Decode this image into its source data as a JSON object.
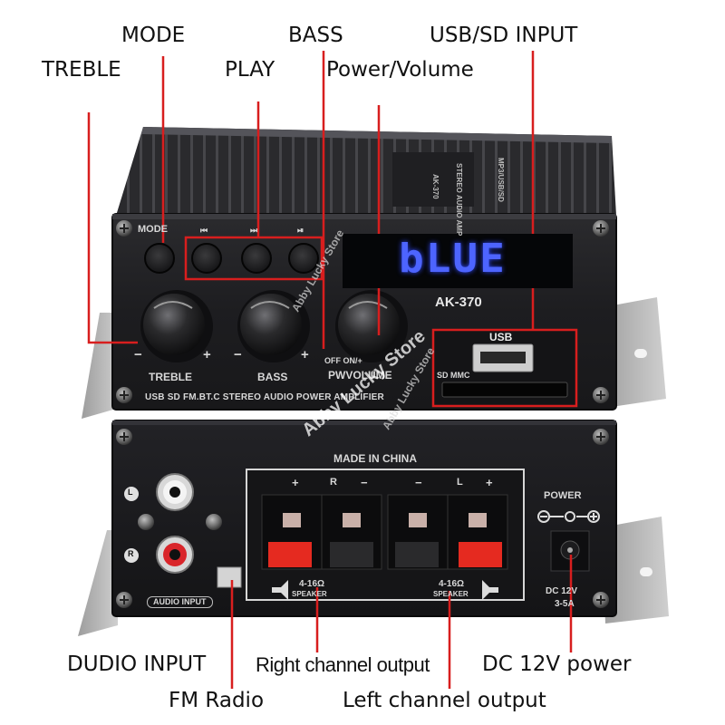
{
  "callouts": {
    "mode": "MODE",
    "bass": "BASS",
    "usb_sd_input": "USB/SD INPUT",
    "treble": "TREBLE",
    "play": "PLAY",
    "power_volume": "Power/Volume",
    "dudio_input": "DUDIO INPUT",
    "right_channel_output": "Right channel output",
    "dc_12v_power": "DC 12V power",
    "fm_radio": "FM Radio",
    "left_channel_output": "Left channel output"
  },
  "front_panel": {
    "mode_label": "MODE",
    "prev_glyph": "⏮",
    "next_glyph": "⏭",
    "playpause_glyph": "⏯",
    "display_text": "bLUE",
    "model": "AK-370",
    "treble_label": "TREBLE",
    "bass_label": "BASS",
    "volume_label": "PWVOLUME",
    "off_on_label": "OFF  ON/+",
    "usb_label": "USB",
    "sd_label": "SD MMC",
    "footer": "USB SD FM.BT.C STEREO AUDIO POWER AMPLIFIER",
    "minus": "−",
    "plus": "+"
  },
  "top_panel": {
    "text_a": "AK-370",
    "text_b": "STEREO AUDIO AMP",
    "text_c": "MP3/USB/SD"
  },
  "rear_panel": {
    "made_in": "MADE IN CHINA",
    "r_label": "R",
    "l_label": "L",
    "plus": "+",
    "minus": "−",
    "left_rca_l": "L",
    "left_rca_r": "R",
    "audio_input": "AUDIO INPUT",
    "speaker_ohm": "4-16Ω",
    "speaker": "SPEAKER",
    "power": "POWER",
    "dc_rating_1": "DC 12V",
    "dc_rating_2": "3-5A"
  },
  "watermarks": {
    "store": "Abby Lucky Store"
  },
  "colors": {
    "callout_line": "#d81e1e",
    "display_blue": "#4d64ff",
    "red_clip": "#e52a20",
    "chassis": "#1a1a1c"
  }
}
